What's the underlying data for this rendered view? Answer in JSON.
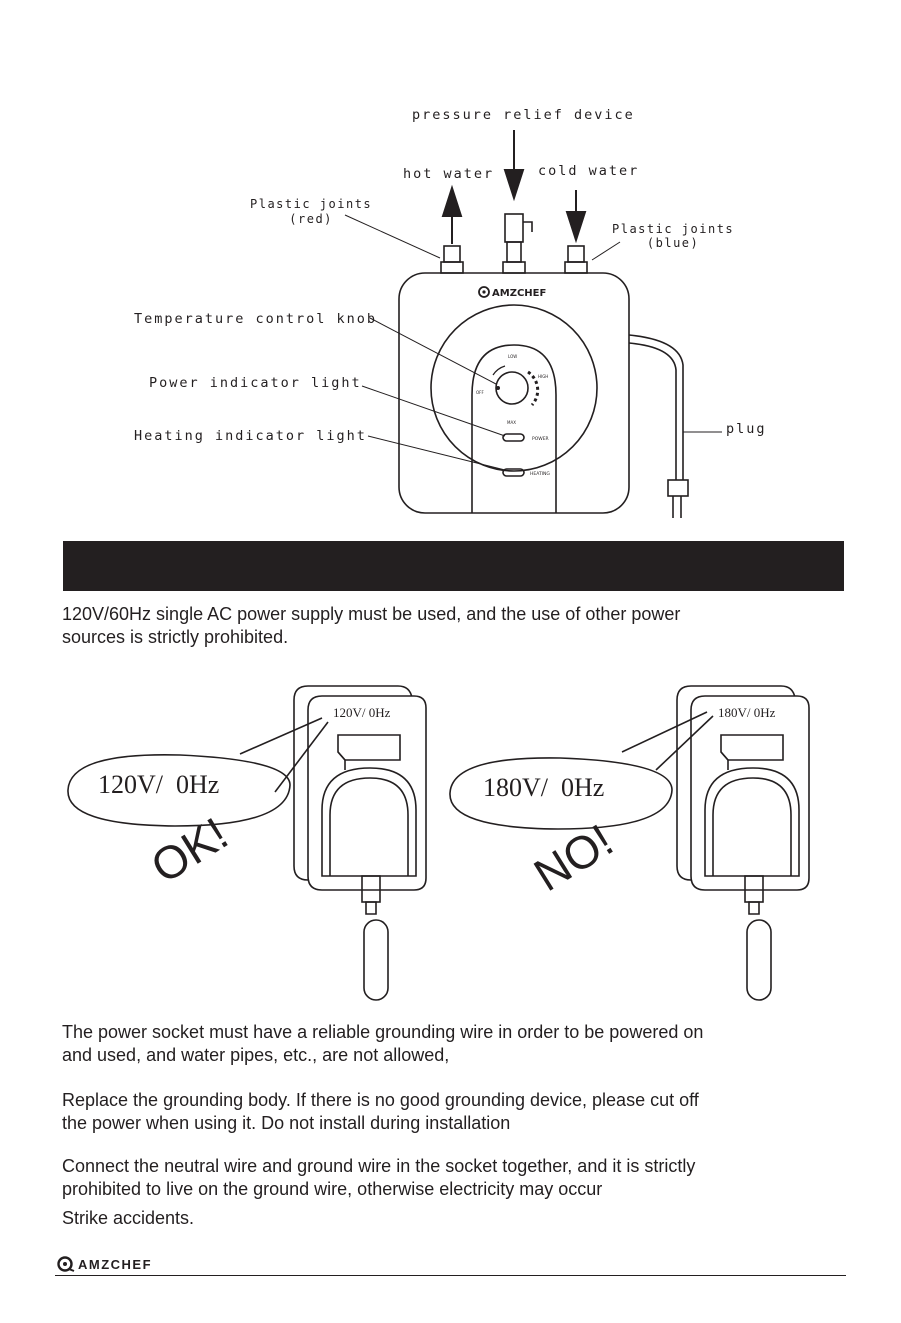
{
  "diagram": {
    "brand": "AMZCHEF",
    "labels": {
      "pressure_relief": "pressure relief device",
      "hot_water": "hot water",
      "cold_water": "cold water",
      "plastic_red": "Plastic joints\n(red)",
      "plastic_blue": "Plastic joints\n(blue)",
      "temp_knob": "Temperature control knob",
      "power_light": "Power indicator light",
      "heating_light": "Heating indicator light",
      "plug": "plug"
    },
    "dial": {
      "low": "LOW",
      "high": "HIGH",
      "max": "MAX",
      "off": "OFF"
    },
    "panel": {
      "power": "POWER",
      "heating": "HEATING"
    }
  },
  "section_bar": "",
  "power_note": "120V/60Hz single AC power supply must be used, and the use of other power\n sources  is strictly prohibited.",
  "sockets": {
    "left": {
      "plate": "120V/  0Hz",
      "bubble": "120V/  0Hz",
      "verdict": "OK!"
    },
    "right": {
      "plate": "180V/  0Hz",
      "bubble": "180V/  0Hz",
      "verdict": "NO!"
    }
  },
  "paragraphs": [
    "The power socket must have a reliable grounding wire in order to be powered on\nand used, and water pipes, etc., are not allowed,",
    "Replace the grounding body. If there is no good grounding device, please cut off\nthe power when using it. Do not install during installation",
    "Connect the neutral wire and ground wire in the socket together, and it is strictly\nprohibited to live on the ground wire, otherwise electricity may occur",
    "Strike accidents."
  ],
  "footer": {
    "brand": "AMZCHEF"
  }
}
